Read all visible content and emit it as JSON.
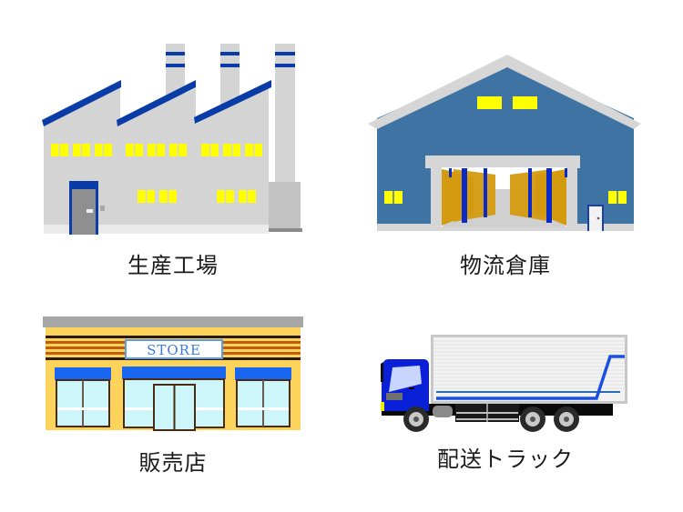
{
  "items": [
    {
      "key": "factory",
      "label": "生産工場"
    },
    {
      "key": "warehouse",
      "label": "物流倉庫"
    },
    {
      "key": "store",
      "label": "販売店",
      "sign_text": "STORE"
    },
    {
      "key": "truck",
      "label": "配送トラック"
    }
  ],
  "colors": {
    "factory_wall": "#d4d4d4",
    "factory_roof": "#0a3ca8",
    "window_yellow": "#ffff00",
    "warehouse_wall": "#3f73a3",
    "warehouse_trim": "#d6d6d6",
    "shelf_orange": "#d49a10",
    "store_wall": "#fcd45c",
    "store_awning": "#1a66f0",
    "store_glass": "#cdf6fb",
    "store_stripe": "#c45c10",
    "truck_cab": "#0a20d8",
    "truck_box": "#efefef"
  }
}
